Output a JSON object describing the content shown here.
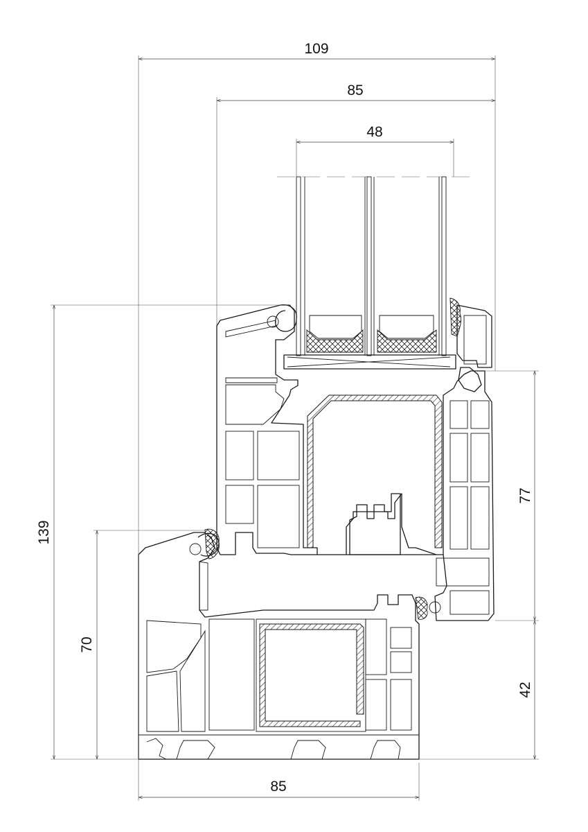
{
  "dimensions": {
    "overall_width": "109",
    "sash_width": "85",
    "glazing_width": "48",
    "overall_height": "139",
    "frame_height": "70",
    "sash_visible_height": "77",
    "frame_visible_height": "42",
    "frame_width": "85"
  }
}
